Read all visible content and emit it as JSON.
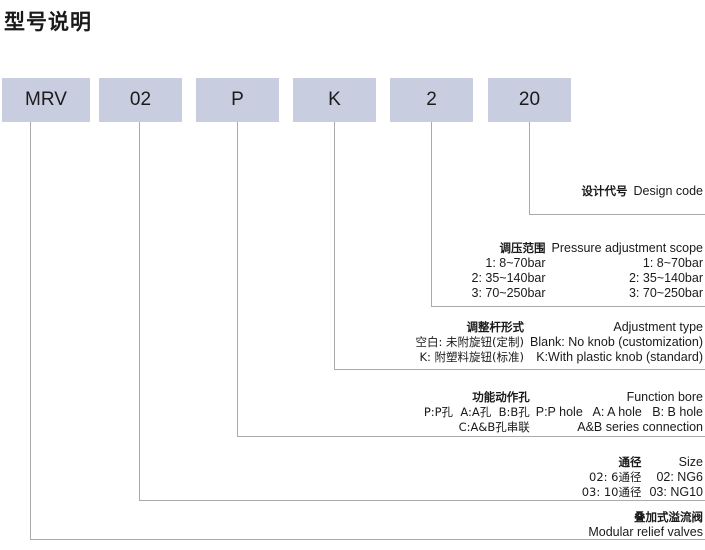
{
  "page": {
    "title": "型号说明",
    "line_color": "#aaaaac",
    "box_color": "#c9cde0",
    "text_color": "#1a1a1a"
  },
  "code_boxes": [
    {
      "label": "MRV"
    },
    {
      "label": "02"
    },
    {
      "label": "P"
    },
    {
      "label": "K"
    },
    {
      "label": "2"
    },
    {
      "label": "20"
    }
  ],
  "descriptions": [
    {
      "key": "design-code",
      "head_cn": "设计代号",
      "head_en": "Design code",
      "rows": []
    },
    {
      "key": "pressure-adjustment-scope",
      "head_cn": "调压范围",
      "head_en": "Pressure adjustment scope",
      "rows": [
        {
          "cn": "1: 8~70bar",
          "en": "1: 8~70bar"
        },
        {
          "cn": "2: 35~140bar",
          "en": "2: 35~140bar"
        },
        {
          "cn": "3: 70~250bar",
          "en": "3: 70~250bar"
        }
      ]
    },
    {
      "key": "adjustment-type",
      "head_cn": "调整杆形式",
      "head_en": "Adjustment type",
      "rows": [
        {
          "cn": "空白: 未附旋钮(定制)",
          "en": "Blank: No knob (customization)"
        },
        {
          "cn": "K: 附塑料旋钮(标准)",
          "en": "K:With plastic knob (standard)"
        }
      ]
    },
    {
      "key": "function-bore",
      "head_cn": "功能动作孔",
      "head_en": "Function bore",
      "rows": [
        {
          "cn": "P:P孔  A:A孔  B:B孔",
          "en": "P:P hole   A: A hole   B: B hole"
        },
        {
          "cn": "C:A&B孔串联",
          "en": "A&B series connection"
        }
      ]
    },
    {
      "key": "size",
      "head_cn": "通径",
      "head_en": "Size",
      "rows": [
        {
          "cn": "02: 6通径",
          "en": "02: NG6"
        },
        {
          "cn": "03: 10通径",
          "en": "03: NG10"
        }
      ]
    },
    {
      "key": "modular-relief-valves",
      "head_cn": "叠加式溢流阀",
      "head_en": "Modular relief valves",
      "rows": []
    }
  ]
}
